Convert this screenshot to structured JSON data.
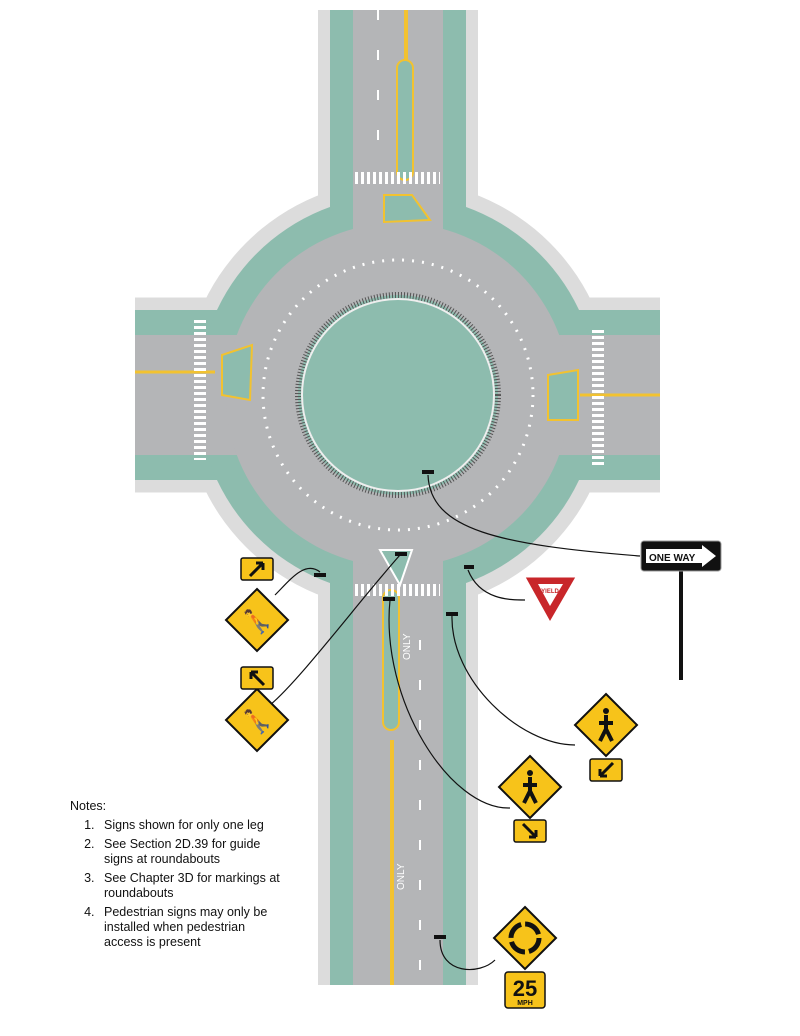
{
  "notes": {
    "title": "Notes:",
    "items": [
      "Signs shown for only one leg",
      "See Section 2D.39 for guide signs at roundabouts",
      "See Chapter 3D for markings at roundabouts",
      "Pedestrian signs may only be installed when pedestrian access is present"
    ]
  },
  "signs": {
    "one_way": "ONE WAY",
    "yield": "YIELD",
    "speed_value": "25",
    "speed_unit": "MPH"
  },
  "pavement": {
    "only_upper": "ONLY",
    "only_lower": "ONLY"
  },
  "colors": {
    "road": "#b4b5b7",
    "median": "#8dbcae",
    "sidewalk": "#dcdcdc",
    "sign_yellow": "#f7c31a",
    "yield_red": "#c8262a",
    "centerline": "#f2c230"
  }
}
